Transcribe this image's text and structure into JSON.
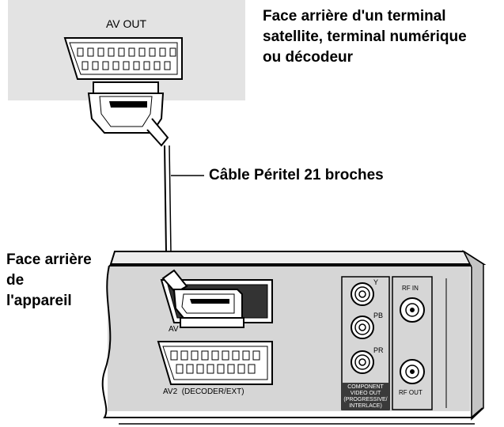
{
  "device_top": {
    "panel_label": "AV OUT",
    "caption_lines": [
      "Face arrière d'un terminal",
      "satellite, terminal numérique",
      "ou décodeur"
    ]
  },
  "cable": {
    "label": "Câble Péritel 21 broches"
  },
  "device_bottom": {
    "caption_lines": [
      "Face arrière",
      "de",
      "l'appareil"
    ],
    "av1_label": "AV",
    "av2_label": "AV2  (DECODER/EXT)",
    "component_y": "Y",
    "component_pb": "PB",
    "component_pr": "PR",
    "component_caption": [
      "COMPONENT",
      "VIDEO OUT",
      "(PROGRESSIVE/",
      "INTERLACE)"
    ],
    "rf_in": "RF IN",
    "rf_out": "RF OUT"
  },
  "colors": {
    "panel_fill": "#e3e3e3",
    "device_fill": "#d6d6d6",
    "line": "#000000",
    "label_band": "#3a3a3a"
  }
}
